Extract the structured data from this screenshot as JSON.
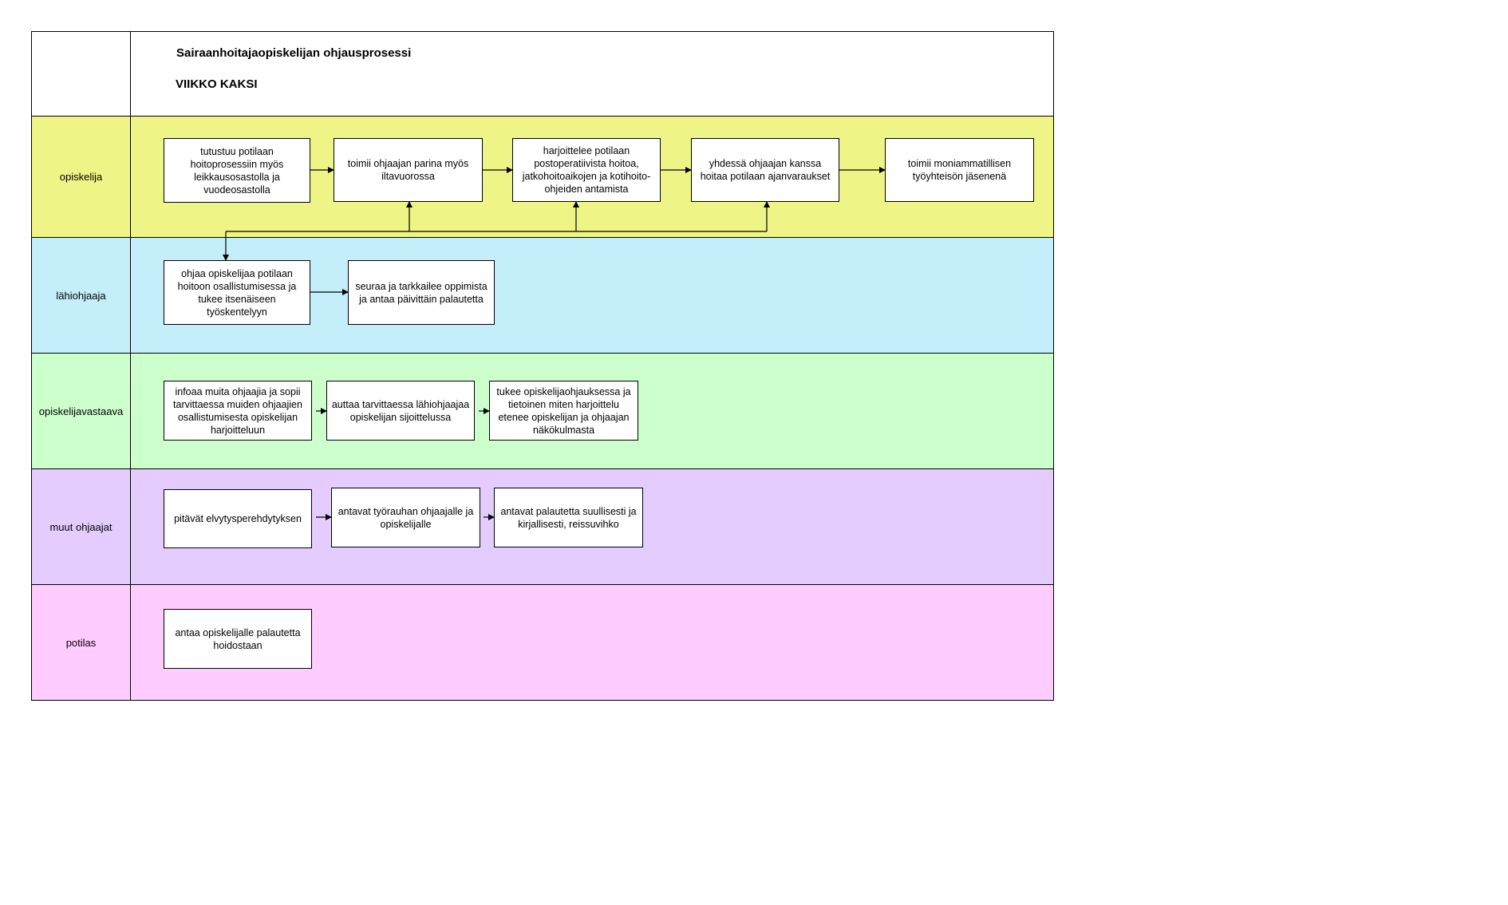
{
  "header": {
    "title": "Sairaanhoitajaopiskelijan ohjausprosessi",
    "subtitle": "VIIKKO KAKSI"
  },
  "colors": {
    "lane_opiskelija": "#eef586",
    "lane_lahiohjaaja": "#c4eefa",
    "lane_opiskelijavastaava": "#ccffcc",
    "lane_muut_ohjaajat": "#e5ccff",
    "lane_potilas": "#ffccff"
  },
  "lanes": [
    {
      "label": "opiskelija",
      "boxes": [
        "tutustuu potilaan hoitoprosessiin myös leikkausosastolla ja vuodeosastolla",
        "toimii ohjaajan parina myös iltavuorossa",
        "harjoittelee potilaan postoperatiivista hoitoa, jatkohoitoaikojen ja kotihoito-ohjeiden antamista",
        "yhdessä ohjaajan kanssa hoitaa potilaan ajanvaraukset",
        "toimii moniammatillisen työyhteisön jäsenenä"
      ]
    },
    {
      "label": "lähiohjaaja",
      "boxes": [
        "ohjaa opiskelijaa potilaan hoitoon osallistumisessa ja tukee itsenäiseen työskentelyyn",
        "seuraa ja tarkkailee oppimista ja antaa päivittäin palautetta"
      ]
    },
    {
      "label": "opiskelijavastaava",
      "boxes": [
        "infoaa muita ohjaajia ja sopii tarvittaessa muiden ohjaajien osallistumisesta opiskelijan harjoitteluun",
        "auttaa tarvittaessa lähiohjaajaa opiskelijan sijoittelussa",
        "tukee opiskelijaohjauksessa ja tietoinen miten harjoittelu etenee opiskelijan ja ohjaajan näkökulmasta"
      ]
    },
    {
      "label": "muut ohjaajat",
      "boxes": [
        "pitävät elvytysperehdytyksen",
        "antavat työrauhan ohjaajalle ja opiskelijalle",
        "antavat palautetta suullisesti ja kirjallisesti, reissuvihko"
      ]
    },
    {
      "label": "potilas",
      "boxes": [
        "antaa opiskelijalle palautetta hoidostaan"
      ]
    }
  ]
}
